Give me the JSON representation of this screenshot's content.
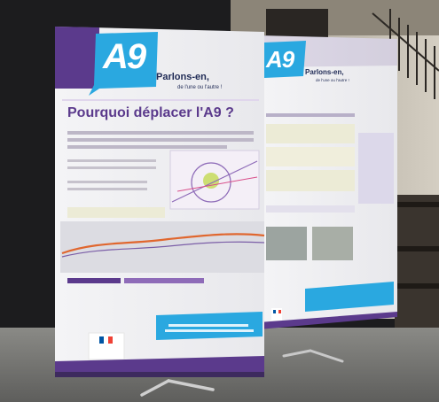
{
  "scene": "Two roll-up display banners about the A9 highway project standing in a room",
  "colors": {
    "accent_purple": "#5b3a8c",
    "accent_blue": "#2aa8e0",
    "wall_dark": "#1c1c1e",
    "floor": "#7a7a78"
  },
  "banner_front": {
    "logo": "A9",
    "tagline": "Parlons-en,",
    "subtagline": "de l'une ou l'autre !",
    "headline": "Pourquoi déplacer l'A9 ?"
  },
  "banner_back": {
    "logo": "A9",
    "tagline": "Parlons-en,",
    "subtagline": "de l'une ou l'autre !"
  }
}
